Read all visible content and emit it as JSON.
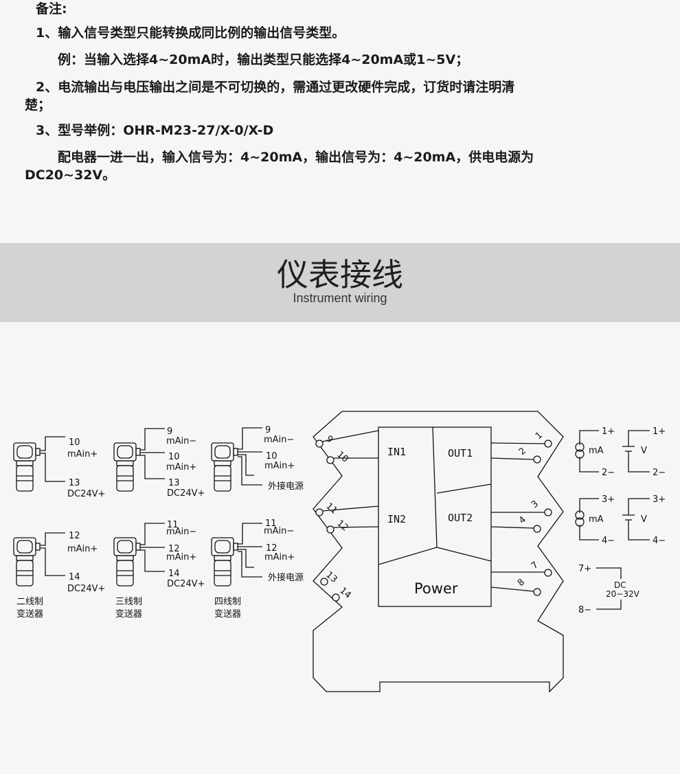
{
  "notes": {
    "heading": "备注:",
    "note1": "1、输入信号类型只能转换成同比例的输出信号类型。",
    "note1_example": "例：当输入选择4~20mA时，输出类型只能选择4~20mA或1~5V；",
    "note2_line1": "2、电流输出与电压输出之间是不可切换的，需通过更改硬件完成，订货时请注明清",
    "note2_line2": "楚；",
    "note3": "3、型号举例：OHR-M23-27/X-0/X-D",
    "note3_line1": "配电器一进一出，输入信号为：4~20mA，输出信号为：4~20mA，供电电源为",
    "note3_line2": "DC20~32V。"
  },
  "section": {
    "title": "仪表接线",
    "subtitle": "Instrument wiring"
  },
  "transmitters": {
    "two_wire": {
      "label_line1": "二线制",
      "label_line2": "变送器"
    },
    "three_wire": {
      "label_line1": "三线制",
      "label_line2": "变送器"
    },
    "four_wire": {
      "label_line1": "四线制",
      "label_line2": "变送器"
    },
    "ext_power": "外接电源",
    "t10": "10",
    "t13": "13",
    "t9": "9",
    "t12": "12",
    "t14": "14",
    "t11": "11",
    "mAin_plus": "mAin+",
    "mAin_minus": "mAin−",
    "dc24v": "DC24V+"
  },
  "module": {
    "in1": "IN1",
    "in2": "IN2",
    "out1": "OUT1",
    "out2": "OUT2",
    "power": "Power",
    "terminals": [
      "9",
      "10",
      "11",
      "12",
      "13",
      "14",
      "1",
      "2",
      "3",
      "4",
      "7",
      "8"
    ]
  },
  "outputs": {
    "p1": "1+",
    "m2": "2−",
    "p3": "3+",
    "m4": "4−",
    "mA": "mA",
    "V": "V",
    "p7": "7+",
    "m8": "8−",
    "dc": "DC",
    "dc_range": "20−32V"
  },
  "colors": {
    "banner_bg": "#d3d3d3",
    "page_bg": "#f6f6f6",
    "line": "#111111"
  }
}
